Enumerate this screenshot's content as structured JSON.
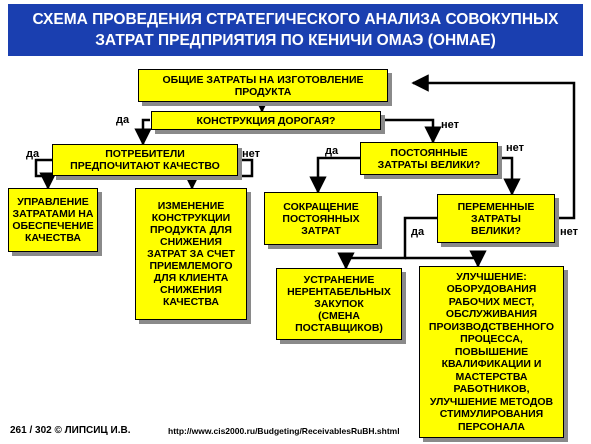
{
  "title": {
    "line1": "СХЕМА ПРОВЕДЕНИЯ СТРАТЕГИЧЕСКОГО АНАЛИЗА СОВОКУПНЫХ",
    "line2": "ЗАТРАТ ПРЕДПРИЯТИЯ ПО КЕНИЧИ ОМАЭ (OHMAE)"
  },
  "nodes": {
    "total_costs": "ОБЩИЕ ЗАТРАТЫ НА ИЗГОТОВЛЕНИЕ\nПРОДУКТА",
    "design_expensive": "КОНСТРУКЦИЯ ДОРОГАЯ?",
    "consumers_prefer_quality": "ПОТРЕБИТЕЛИ\nПРЕДПОЧИТАЮТ КАЧЕСТВО",
    "fixed_costs_high": "ПОСТОЯННЫЕ\nЗАТРАТЫ ВЕЛИКИ?",
    "quality_cost_management": "УПРАВЛЕНИЕ\nЗАТРАТАМИ НА\nОБЕСПЕЧЕНИЕ\nКАЧЕСТВА",
    "design_change": "ИЗМЕНЕНИЕ\nКОНСТРУКЦИИ\nПРОДУКТА ДЛЯ\nСНИЖЕНИЯ\nЗАТРАТ ЗА СЧЕТ\nПРИЕМЛЕМОГО\nДЛЯ КЛИЕНТА\nСНИЖЕНИЯ\nКАЧЕСТВА",
    "reduce_fixed": "СОКРАЩЕНИЕ\nПОСТОЯННЫХ\nЗАТРАТ",
    "variable_costs_high": "ПЕРЕМЕННЫЕ\nЗАТРАТЫ\nВЕЛИКИ?",
    "remove_unprofitable": "УСТРАНЕНИЕ\nНЕРЕНТАБЕЛЬНЫХ\nЗАКУПОК\n(СМЕНА\nПОСТАВЩИКОВ)",
    "improvement": "УЛУЧШЕНИЕ:\nОБОРУДОВАНИЯ\nРАБОЧИХ МЕСТ,\nОБСЛУЖИВАНИЯ\nПРОИЗВОДСТВЕННОГО\nПРОЦЕССА, ПОВЫШЕНИЕ\nКВАЛИФИКАЦИИ И\nМАСТЕРСТВА\nРАБОТНИКОВ,\nУЛУЧШЕНИЕ МЕТОДОВ\nСТИМУЛИРОВАНИЯ\nПЕРСОНАЛА"
  },
  "labels": {
    "yes": "да",
    "no": "нет"
  },
  "footer": {
    "page": "261 / 302 © ЛИПСИЦ И.В.",
    "url": "http://www.cis2000.ru/Budgeting/ReceivablesRuBH.shtml"
  },
  "colors": {
    "title_bg": "#1a3fb0",
    "box_fill": "#ffff00",
    "shadow": "#8a8a8a"
  }
}
